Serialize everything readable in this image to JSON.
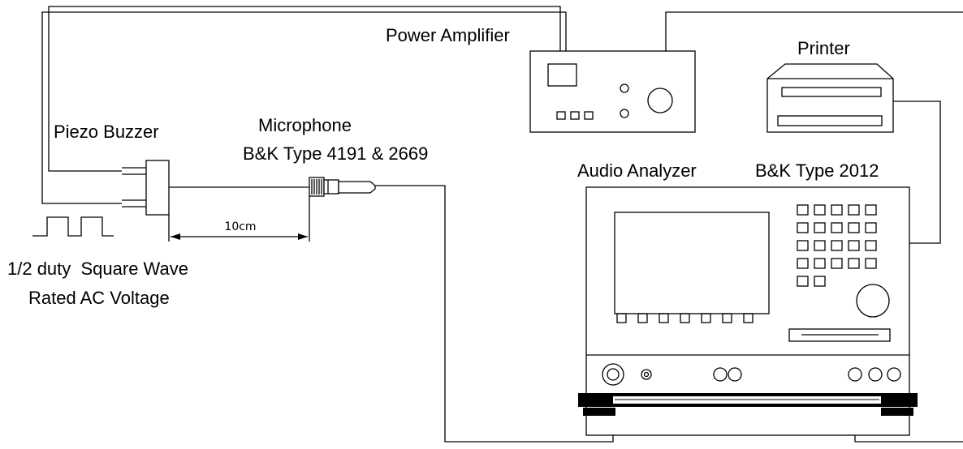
{
  "labels": {
    "power_amplifier": "Power Amplifier",
    "printer": "Printer",
    "piezo_buzzer": "Piezo Buzzer",
    "microphone": "Microphone",
    "microphone_model": "B&K Type 4191 & 2669",
    "audio_analyzer": "Audio Analyzer",
    "analyzer_model": "B&K Type 2012",
    "distance": "10cm",
    "drive_signal": "1/2 duty  Square Wave",
    "drive_voltage": "Rated AC Voltage"
  },
  "colors": {
    "line": "#000000",
    "background": "#ffffff"
  }
}
